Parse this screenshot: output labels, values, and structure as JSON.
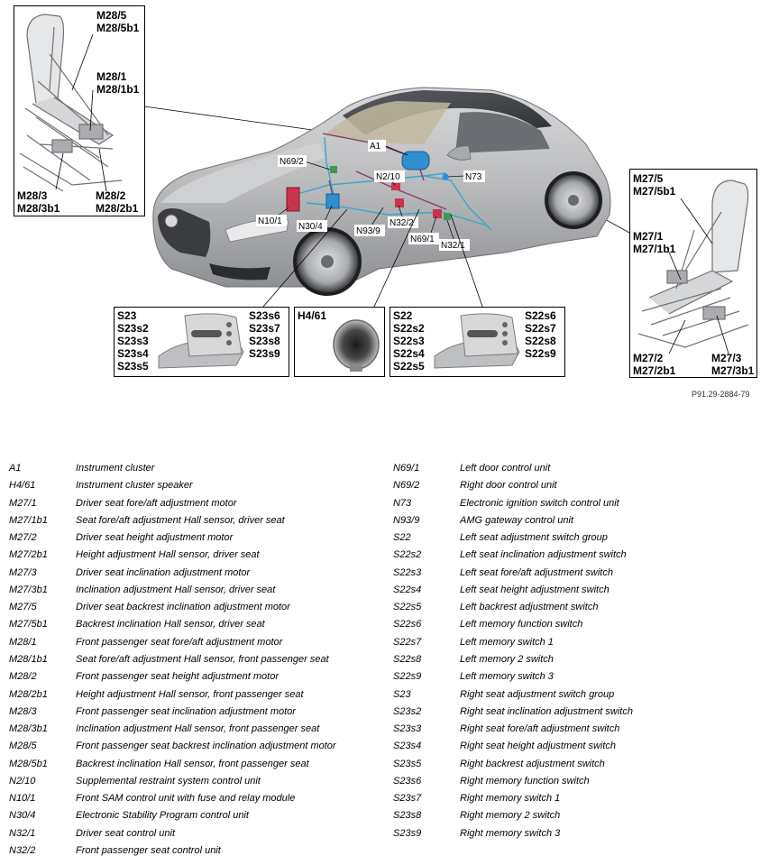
{
  "callouts": {
    "m28_top": [
      "M28/5",
      "M28/5b1"
    ],
    "m28_mid": [
      "M28/1",
      "M28/1b1"
    ],
    "m28_bl": [
      "M28/3",
      "M28/3b1"
    ],
    "m28_br": [
      "M28/2",
      "M28/2b1"
    ],
    "m27_top": [
      "M27/5",
      "M27/5b1"
    ],
    "m27_mid": [
      "M27/1",
      "M27/1b1"
    ],
    "m27_bl": [
      "M27/2",
      "M27/2b1"
    ],
    "m27_br": [
      "M27/3",
      "M27/3b1"
    ],
    "s23_left": [
      "S23",
      "S23s2",
      "S23s3",
      "S23s4",
      "S23s5"
    ],
    "s23_right": [
      "S23s6",
      "S23s7",
      "S23s8",
      "S23s9"
    ],
    "h461": "H4/61",
    "s22_left": [
      "S22",
      "S22s2",
      "S22s3",
      "S22s4",
      "S22s5"
    ],
    "s22_right": [
      "S22s6",
      "S22s7",
      "S22s8",
      "S22s9"
    ]
  },
  "car_tags": {
    "a1": "A1",
    "n692": "N69/2",
    "n210": "N2/10",
    "n73": "N73",
    "n101": "N10/1",
    "n304": "N30/4",
    "n939": "N93/9",
    "n322": "N32/2",
    "n691": "N69/1",
    "n321": "N32/1"
  },
  "doc_number": "P91.29-2884-79",
  "legend_left": [
    {
      "code": "A1",
      "desc": "Instrument cluster"
    },
    {
      "code": "H4/61",
      "desc": "Instrument cluster speaker"
    },
    {
      "code": "M27/1",
      "desc": "Driver seat fore/aft adjustment motor"
    },
    {
      "code": "M27/1b1",
      "desc": "Seat fore/aft adjustment Hall sensor, driver seat"
    },
    {
      "code": "M27/2",
      "desc": "Driver seat height adjustment motor"
    },
    {
      "code": "M27/2b1",
      "desc": "Height adjustment Hall sensor, driver seat"
    },
    {
      "code": "M27/3",
      "desc": "Driver seat inclination adjustment motor"
    },
    {
      "code": "M27/3b1",
      "desc": "Inclination adjustment Hall sensor, driver seat"
    },
    {
      "code": "M27/5",
      "desc": "Driver seat backrest inclination adjustment motor"
    },
    {
      "code": "M27/5b1",
      "desc": "Backrest inclination Hall sensor, driver seat"
    },
    {
      "code": "M28/1",
      "desc": "Front passenger seat fore/aft adjustment motor"
    },
    {
      "code": "M28/1b1",
      "desc": "Seat fore/aft adjustment Hall sensor, front passenger seat"
    },
    {
      "code": "M28/2",
      "desc": "Front passenger seat height adjustment motor"
    },
    {
      "code": "M28/2b1",
      "desc": "Height adjustment Hall sensor, front passenger seat"
    },
    {
      "code": "M28/3",
      "desc": "Front passenger seat inclination adjustment motor"
    },
    {
      "code": "M28/3b1",
      "desc": "Inclination adjustment Hall sensor, front passenger seat"
    },
    {
      "code": "M28/5",
      "desc": "Front passenger seat backrest inclination adjustment motor"
    },
    {
      "code": "M28/5b1",
      "desc": "Backrest inclination Hall sensor, front passenger seat"
    },
    {
      "code": "N2/10",
      "desc": "Supplemental restraint system control unit"
    },
    {
      "code": "N10/1",
      "desc": "Front SAM control unit with fuse and relay module"
    },
    {
      "code": "N30/4",
      "desc": "Electronic Stability Program control unit"
    },
    {
      "code": "N32/1",
      "desc": "Driver seat control unit"
    },
    {
      "code": "N32/2",
      "desc": "Front passenger seat control unit"
    }
  ],
  "legend_right": [
    {
      "code": "N69/1",
      "desc": "Left door control unit"
    },
    {
      "code": "N69/2",
      "desc": "Right door control unit"
    },
    {
      "code": "N73",
      "desc": "Electronic ignition switch control unit"
    },
    {
      "code": "N93/9",
      "desc": "AMG gateway control unit"
    },
    {
      "code": "S22",
      "desc": "Left seat adjustment switch group"
    },
    {
      "code": "S22s2",
      "desc": "Left seat inclination adjustment switch"
    },
    {
      "code": "S22s3",
      "desc": "Left seat fore/aft adjustment switch"
    },
    {
      "code": "S22s4",
      "desc": "Left seat height adjustment switch"
    },
    {
      "code": "S22s5",
      "desc": "Left backrest adjustment switch"
    },
    {
      "code": "S22s6",
      "desc": "Left memory function switch"
    },
    {
      "code": "S22s7",
      "desc": "Left memory switch 1"
    },
    {
      "code": "S22s8",
      "desc": "Left memory 2 switch"
    },
    {
      "code": "S22s9",
      "desc": "Left memory switch 3"
    },
    {
      "code": "S23",
      "desc": "Right seat adjustment switch group"
    },
    {
      "code": "S23s2",
      "desc": "Right seat inclination adjustment switch"
    },
    {
      "code": "S23s3",
      "desc": "Right seat fore/aft adjustment switch"
    },
    {
      "code": "S23s4",
      "desc": "Right seat height adjustment switch"
    },
    {
      "code": "S23s5",
      "desc": "Right backrest adjustment switch"
    },
    {
      "code": "S23s6",
      "desc": "Right memory function switch"
    },
    {
      "code": "S23s7",
      "desc": "Right memory switch 1"
    },
    {
      "code": "S23s8",
      "desc": "Right memory 2 switch"
    },
    {
      "code": "S23s9",
      "desc": "Right memory switch 3"
    }
  ],
  "colors": {
    "car_body": "#b9babc",
    "harness_cyan": "#3aa6c8",
    "harness_purple": "#8a3b6e",
    "unit_blue": "#2f8fd0",
    "unit_red": "#c8334d",
    "unit_green": "#3b9a55"
  }
}
